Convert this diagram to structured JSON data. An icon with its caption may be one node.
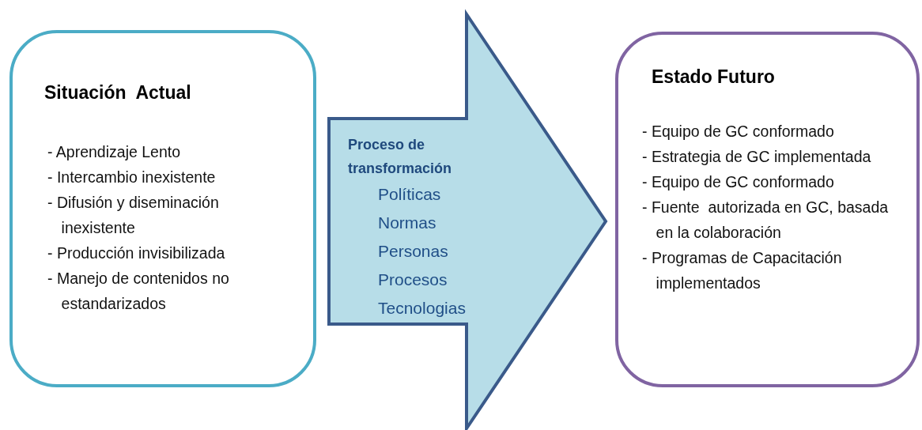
{
  "diagram": {
    "nodes": [
      {
        "text": [
          "Situación  Actual",
          "- Aprendizaje Lento",
          "- Intercambio inexistente",
          "- Difusión y diseminación inexistente",
          "- Producción invisibilizada",
          "- Manejo de contenidos no estandarizados"
        ]
      },
      {
        "text": [
          "Proceso de transformación",
          "Políticas",
          "Normas",
          "Personas",
          "Procesos",
          "Tecnologias"
        ]
      },
      {
        "text": [
          "Estado Futuro",
          "- Equipo de GC conformado",
          "- Estrategia de GC implementada",
          "- Equipo de GC conformado",
          "- Fuente  autorizada en GC, basada en la colaboración",
          "- Programas de Capacitación implementados"
        ]
      }
    ],
    "edges": []
  }
}
